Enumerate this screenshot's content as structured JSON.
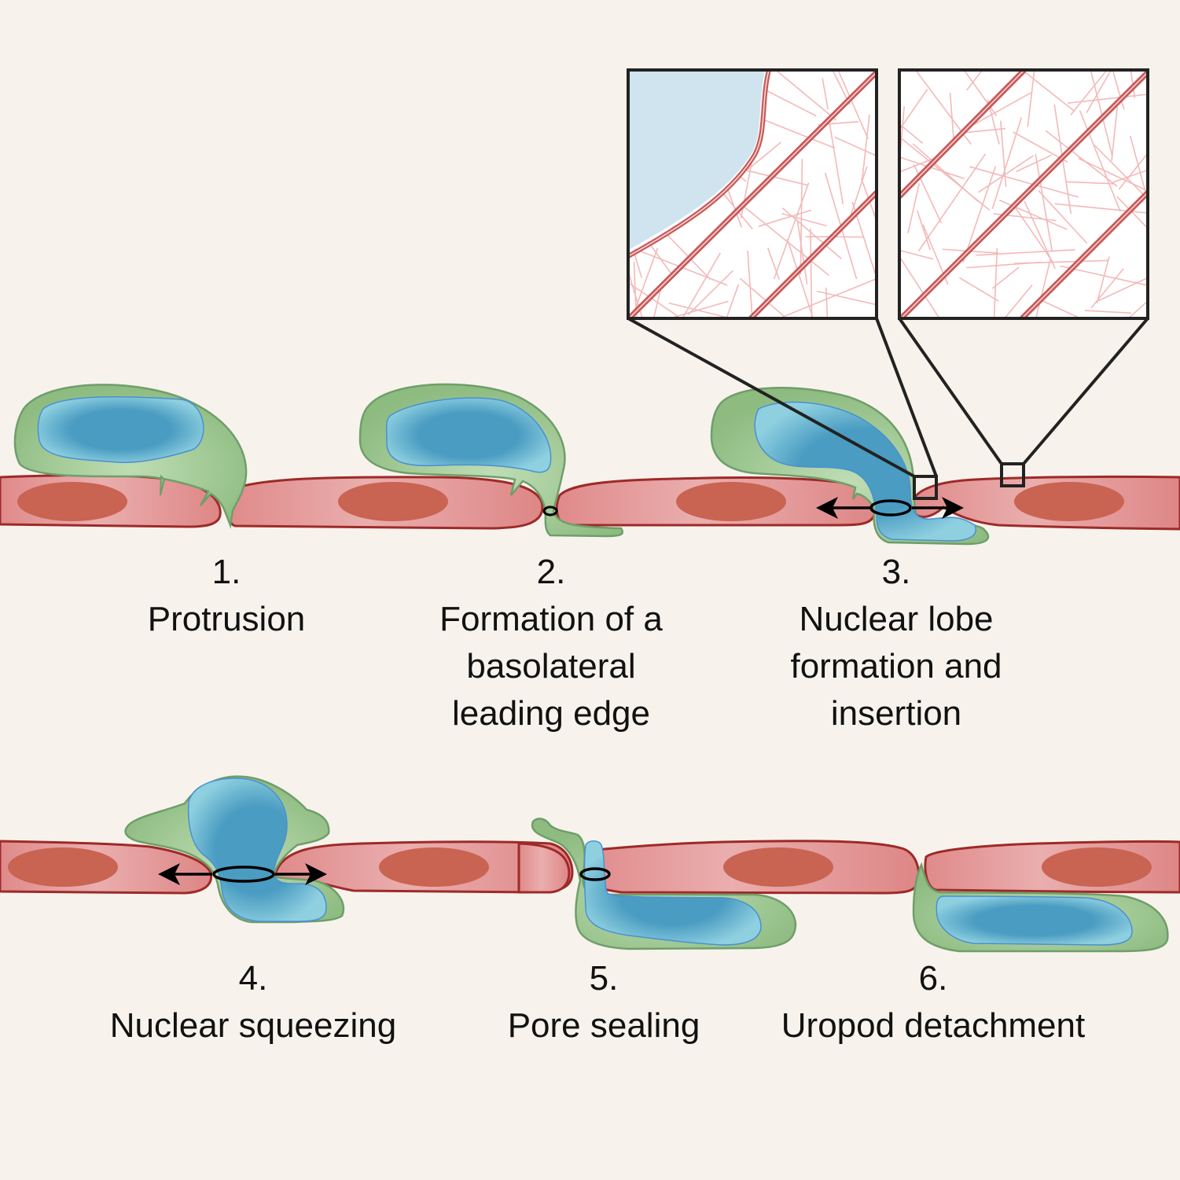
{
  "figure": {
    "subject": "Leukocyte transcellular/paracellular diapedesis through endothelium",
    "colors": {
      "background": "#f7f3ec",
      "endothelial_cell": "#e49a9a",
      "endothelial_outline": "#9e2a28",
      "endothelial_nucleus": "#c96352",
      "leukocyte": "#94c08a",
      "leukocyte_outline": "#6f9e6b",
      "leukocyte_nucleus": "#4a9cc2",
      "nucleus_outline": "#4a90d0",
      "inset_background": "#ffffff",
      "inset_frame": "#222222",
      "fiber": "#f3b9b9",
      "actin_cable": "#d06464",
      "inset_nucleus": "#d0e4ef"
    }
  },
  "steps": [
    {
      "number": "1.",
      "lines": [
        "Protrusion"
      ]
    },
    {
      "number": "2.",
      "lines": [
        "Formation of a",
        "basolateral",
        "leading edge"
      ]
    },
    {
      "number": "3.",
      "lines": [
        "Nuclear lobe",
        "formation and",
        "insertion"
      ]
    },
    {
      "number": "4.",
      "lines": [
        "Nuclear squeezing"
      ]
    },
    {
      "number": "5.",
      "lines": [
        "Pore sealing"
      ]
    },
    {
      "number": "6.",
      "lines": [
        "Uropod detachment"
      ]
    }
  ],
  "insets": [
    {
      "name": "inset-with-nucleus",
      "shows": "nuclear lobe, actin cables, fiber meshwork"
    },
    {
      "name": "inset-cytoskeleton",
      "shows": "actin cables, fiber meshwork"
    }
  ]
}
